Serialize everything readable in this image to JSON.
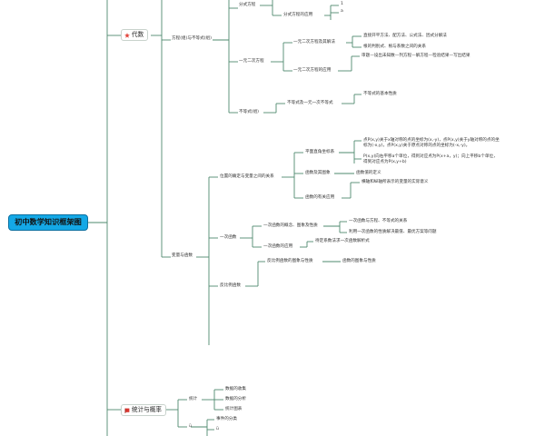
{
  "root": {
    "label": "初中数学知识框架图"
  },
  "branches": {
    "algebra": "代数",
    "statistics": "统计与概率"
  },
  "algebra": {
    "equations": {
      "label": "方程(组)与不等式(组)",
      "fractional": {
        "label": "分式方程",
        "application": "分式方程的应用",
        "mark1": "1",
        "mark2": "a"
      },
      "quadratic": {
        "label": "一元二次方程",
        "solve": {
          "label": "一元二次方程及其解法",
          "methods": "直接开平方法、配方法、公式法、因式分解法",
          "roots": "根的判别式、根与系数之间的关系"
        },
        "application": {
          "label": "一元二次方程的应用",
          "steps": "审题—设出未知数—列方程—解方程—检验结果—写出结果"
        }
      },
      "inequality": {
        "label": "不等式(组)",
        "linear": "不等式及一元一次不等式",
        "property": "不等式的基本性质"
      }
    },
    "functions": {
      "label": "变量与函数",
      "determine": {
        "label": "位置的确定与变量之间的关系",
        "coord": {
          "label": "平面直角坐标系",
          "sym1": "点P(x,y)关于x轴对称的点的坐标为(x,-y)，点P(x,y)关于y轴对称的点的坐标为(-x,y)，点P(x,y)关于原点对称的点的坐标为(-x,-y)。",
          "shift": "P(x,y)向右平移a个单位，得到对应点为P(x+a，y)；向上平移b个单位，得到对应点为P(x,y+b)"
        },
        "image": {
          "label": "函数及其图象",
          "def": "函数值的定义"
        },
        "use": {
          "label": "函数的有关应用",
          "note": "横轴和纵轴所表示的变量的实际意义"
        }
      },
      "linear": {
        "label": "一次函数",
        "concept": {
          "label": "一次函数的概念、图象及性质",
          "a": "一次函数与方程、不等式的关系",
          "b": "利用一次函数的性质解决最值、最优方案等问题"
        },
        "application": {
          "label": "一次函数的应用",
          "a": "待定系数法求一次函数解析式"
        }
      },
      "inverse": {
        "label": "反比例函数",
        "graph": {
          "label": "反比例函数的图象与性质",
          "a": "函数的图象与性质"
        }
      }
    }
  },
  "statistics": {
    "stats": {
      "label": "统计",
      "collect": "数据的收集",
      "analyze": "数据的分析",
      "chart": "统计图表"
    },
    "prob": {
      "label": "ü",
      "event": "事件的分类",
      "sub": "ü"
    }
  },
  "colors": {
    "line": "#4e8a6e",
    "root": "#14a8e6",
    "star": "#e2453c",
    "flag": "#d9362f"
  }
}
